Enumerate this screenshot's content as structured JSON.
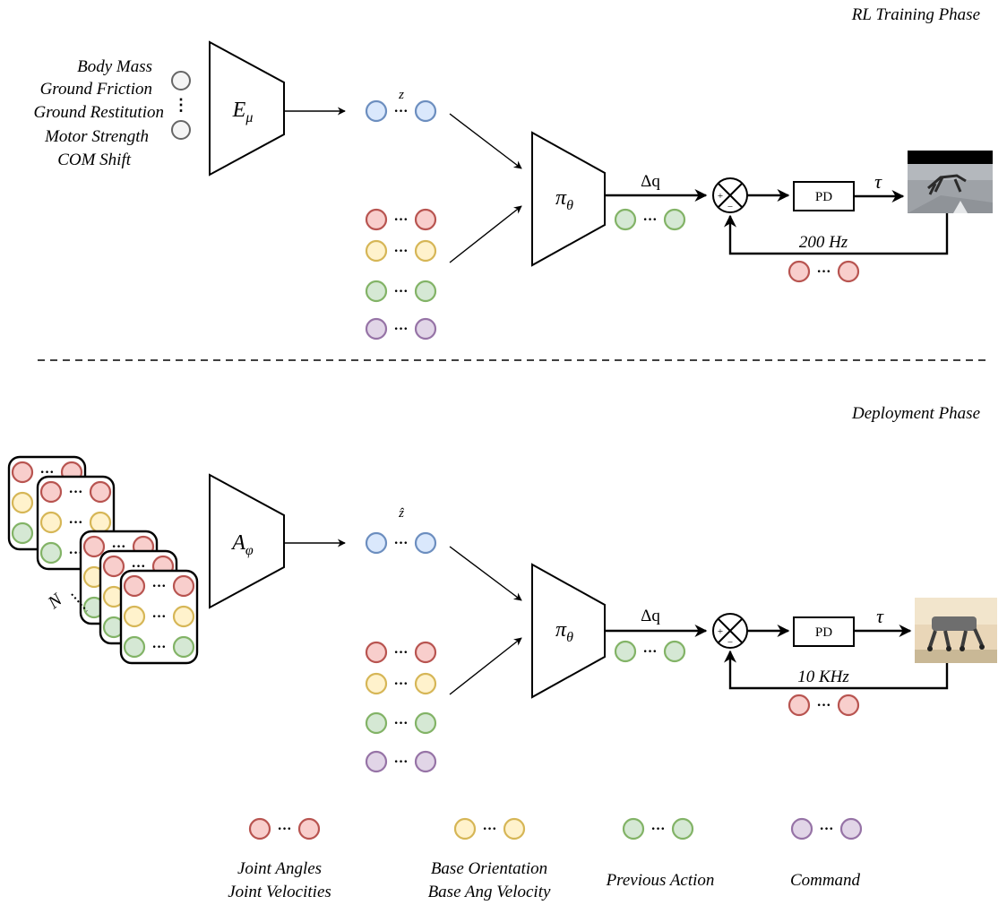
{
  "phases": {
    "training": {
      "title": "RL Training Phase",
      "env_params": [
        "Body Mass",
        "Ground Friction",
        "Ground Restitution",
        "Motor Strength",
        "COM Shift"
      ],
      "encoder": {
        "symbol": "E",
        "subscript": "μ"
      },
      "latent": {
        "symbol": "z"
      },
      "policy": {
        "symbol": "π",
        "subscript": "θ"
      },
      "action_label": "Δq",
      "controller": "PD",
      "torque": "τ",
      "sum_plus": "+",
      "sum_minus": "−",
      "rate": "200 Hz"
    },
    "deployment": {
      "title": "Deployment Phase",
      "history_label": "N",
      "adapter": {
        "symbol": "A",
        "subscript": "φ"
      },
      "latent": {
        "symbol": "ẑ"
      },
      "policy": {
        "symbol": "π",
        "subscript": "θ"
      },
      "action_label": "Δq",
      "controller": "PD",
      "torque": "τ",
      "sum_plus": "+",
      "sum_minus": "−",
      "rate": "10 KHz"
    }
  },
  "legend": [
    {
      "lines": [
        "Joint Angles",
        "Joint Velocities"
      ],
      "color_key": "red"
    },
    {
      "lines": [
        "Base Orientation",
        "Base Ang Velocity"
      ],
      "color_key": "yellow"
    },
    {
      "lines": [
        "Previous Action"
      ],
      "color_key": "green"
    },
    {
      "lines": [
        "Command"
      ],
      "color_key": "purple"
    }
  ],
  "ellipsis": "···",
  "colors": {
    "red": {
      "fill": "#f8cecc",
      "stroke": "#b85450"
    },
    "yellow": {
      "fill": "#fff2cc",
      "stroke": "#d6b656"
    },
    "green": {
      "fill": "#d5e8d4",
      "stroke": "#82b366"
    },
    "purple": {
      "fill": "#e1d5e7",
      "stroke": "#9673a6"
    },
    "blue": {
      "fill": "#dae8fc",
      "stroke": "#6c8ebf"
    },
    "gray": {
      "fill": "#f5f5f5",
      "stroke": "#666666"
    }
  },
  "icons": {
    "robot_sim": "simulated-quadruped-robot-image",
    "robot_real": "real-quadruped-robot-photo"
  }
}
